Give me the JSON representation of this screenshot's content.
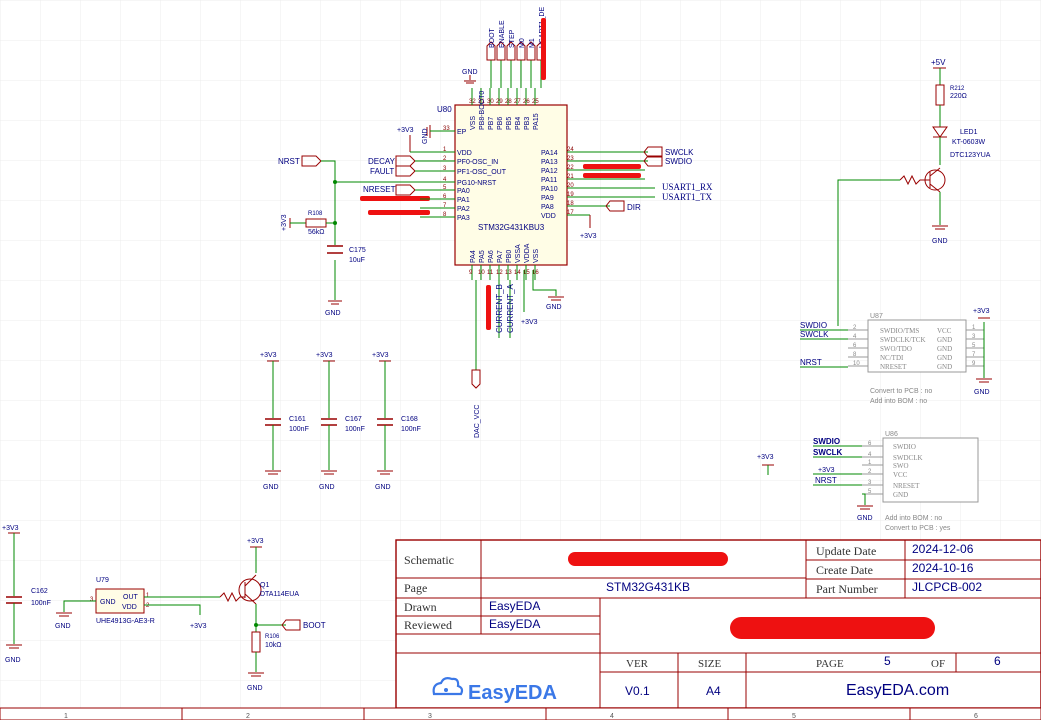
{
  "mcu": {
    "ref": "U80",
    "part": "STM32G431KBU3",
    "top_pins": [
      {
        "num": "32",
        "name": "VSS"
      },
      {
        "num": "31",
        "name": "PB8-BOOT0"
      },
      {
        "num": "30",
        "name": "PB7"
      },
      {
        "num": "29",
        "name": "PB6"
      },
      {
        "num": "28",
        "name": "PB5"
      },
      {
        "num": "27",
        "name": "PB4"
      },
      {
        "num": "26",
        "name": "PB3"
      },
      {
        "num": "25",
        "name": "PA15"
      }
    ],
    "top_nets": [
      "GND",
      "BOOT",
      "ENABLE",
      "STEP",
      "M0",
      "M1",
      "USART1_DE"
    ],
    "left_pins": [
      {
        "num": "33",
        "name": "EP"
      },
      {
        "num": "1",
        "name": "VDD"
      },
      {
        "num": "2",
        "name": "PF0-OSC_IN"
      },
      {
        "num": "3",
        "name": "PF1-OSC_OUT"
      },
      {
        "num": "4",
        "name": "PG10-NRST"
      },
      {
        "num": "5",
        "name": "PA0"
      },
      {
        "num": "6",
        "name": "PA1"
      },
      {
        "num": "7",
        "name": "PA2"
      },
      {
        "num": "8",
        "name": "PA3"
      }
    ],
    "right_pins": [
      {
        "num": "24",
        "name": "PA14"
      },
      {
        "num": "23",
        "name": "PA13"
      },
      {
        "num": "22",
        "name": "PA12"
      },
      {
        "num": "21",
        "name": "PA11"
      },
      {
        "num": "20",
        "name": "PA10"
      },
      {
        "num": "19",
        "name": "PA9"
      },
      {
        "num": "18",
        "name": "PA8"
      },
      {
        "num": "17",
        "name": "VDD"
      }
    ],
    "bottom_pins": [
      {
        "num": "9",
        "name": "PA4"
      },
      {
        "num": "10",
        "name": "PA5"
      },
      {
        "num": "11",
        "name": "PA6"
      },
      {
        "num": "12",
        "name": "PA7"
      },
      {
        "num": "13",
        "name": "PB0"
      },
      {
        "num": "14",
        "name": "VSSA"
      },
      {
        "num": "15",
        "name": "VDDA"
      },
      {
        "num": "16",
        "name": "VSS"
      }
    ],
    "bottom_nets": [
      "DAC_VCC",
      "CURRENT_B",
      "CURRENT_A"
    ]
  },
  "nets": {
    "p3v3": "+3V3",
    "p5v": "+5V",
    "gnd": "GND",
    "nrst": "NRST",
    "decay": "DECAY",
    "fault": "FAULT",
    "nreset": "NRESET",
    "swclk": "SWCLK",
    "swdio": "SWDIO",
    "usart1_rx": "USART1_RX",
    "usart1_tx": "USART1_TX",
    "dir": "DIR",
    "boot": "BOOT"
  },
  "parts": {
    "r108": {
      "ref": "R108",
      "value": "56kΩ"
    },
    "c175": {
      "ref": "C175",
      "value": "10uF"
    },
    "c161": {
      "ref": "C161",
      "value": "100nF"
    },
    "c167": {
      "ref": "C167",
      "value": "100nF"
    },
    "c168": {
      "ref": "C168",
      "value": "100nF"
    },
    "c162": {
      "ref": "C162",
      "value": "100nF"
    },
    "r212": {
      "ref": "R212",
      "value": "220Ω"
    },
    "led1": {
      "ref": "LED1",
      "value": "KT-0603W"
    },
    "q_led": {
      "value": "DTC123YUA"
    },
    "q1": {
      "ref": "Q1",
      "value": "DTA114EUA"
    },
    "r106": {
      "ref": "R106",
      "value": "10kΩ"
    },
    "u79": {
      "ref": "U79",
      "part": "UHE4913G-AE3-R",
      "pin_gnd": "GND",
      "pin_out": "OUT",
      "pin_vdd": "VDD"
    }
  },
  "u87": {
    "ref": "U87",
    "pins": [
      {
        "num": "2",
        "name": "SWDIO/TMS"
      },
      {
        "num": "4",
        "name": "SWDCLK/TCK"
      },
      {
        "num": "6",
        "name": "SWO/TDO"
      },
      {
        "num": "8",
        "name": "NC/TDI"
      },
      {
        "num": "10",
        "name": "NRESET"
      }
    ],
    "right_pins": [
      {
        "num": "1",
        "name": "VCC"
      },
      {
        "num": "3",
        "name": "GND"
      },
      {
        "num": "5",
        "name": "GND"
      },
      {
        "num": "7",
        "name": "GND"
      },
      {
        "num": "9",
        "name": "GND"
      }
    ],
    "note1": "Convert to PCB : no",
    "note2": "Add into BOM : no"
  },
  "u86": {
    "ref": "U86",
    "pins": [
      {
        "num": "6",
        "name": "SWDIO"
      },
      {
        "num": "4",
        "name": "SWDCLK"
      },
      {
        "num": "1",
        "name": "SWO"
      },
      {
        "num": "2",
        "name": "VCC"
      },
      {
        "num": "3",
        "name": "NRESET"
      },
      {
        "num": "5",
        "name": "GND"
      }
    ],
    "note1": "Add into BOM : no",
    "note2": "Convert to PCB : yes"
  },
  "title_block": {
    "schematic_label": "Schematic",
    "page_label": "Page",
    "page_value": "STM32G431KB",
    "drawn_label": "Drawn",
    "drawn_value": "EasyEDA",
    "reviewed_label": "Reviewed",
    "reviewed_value": "EasyEDA",
    "update_label": "Update Date",
    "update_value": "2024-12-06",
    "create_label": "Create Date",
    "create_value": "2024-10-16",
    "partnum_label": "Part Number",
    "partnum_value": "JLCPCB-002",
    "ver_label": "VER",
    "ver_value": "V0.1",
    "size_label": "SIZE",
    "size_value": "A4",
    "page_num_label": "PAGE",
    "page_num": "5",
    "of_label": "OF",
    "page_total": "6",
    "logo_text": "EasyEDA",
    "site": "EasyEDA.com"
  },
  "ruler": [
    "1",
    "2",
    "3",
    "4",
    "5",
    "6"
  ],
  "colors": {
    "wire": "#008800",
    "part": "#990000",
    "label": "#000080",
    "pin": "#880000",
    "redact": "#ee1111"
  }
}
